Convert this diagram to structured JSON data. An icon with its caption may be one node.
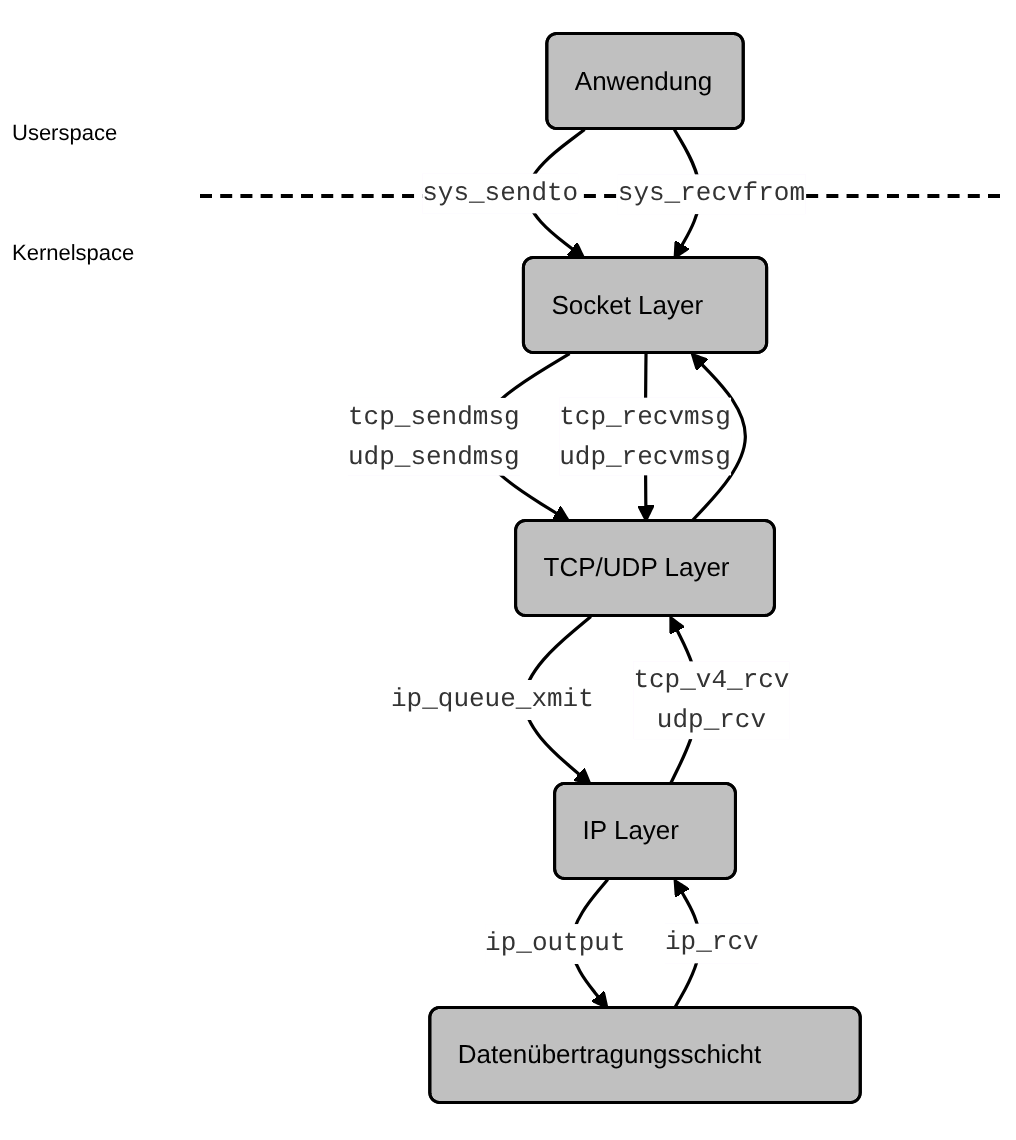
{
  "diagram": {
    "nodes": [
      {
        "text": [
          "Anwendung"
        ]
      },
      {
        "text": [
          "Socket Layer"
        ]
      },
      {
        "text": [
          "TCP/UDP Layer"
        ]
      },
      {
        "text": [
          "IP Layer"
        ]
      },
      {
        "text": [
          "Datenübertragungsschicht"
        ]
      }
    ],
    "edges": [
      {
        "from": 0,
        "to": 1,
        "arrow": "to",
        "label": "sys_sendto"
      },
      {
        "from": 0,
        "to": 1,
        "arrow": "to",
        "label": "sys_recvfrom"
      },
      {
        "from": 1,
        "to": 2,
        "arrow": "to",
        "label": "tcp_sendmsg udp_sendmsg"
      },
      {
        "from": 2,
        "to": 1,
        "arrow": "to"
      },
      {
        "from": 1,
        "to": 2,
        "arrow": "to",
        "label": "tcp_recvmsg udp_recvmsg"
      },
      {
        "from": 2,
        "to": 3,
        "arrow": "to",
        "label": "ip_queue_xmit"
      },
      {
        "from": 3,
        "to": 2,
        "arrow": "to",
        "label": "tcp_v4_rcv udp_rcv"
      },
      {
        "from": 3,
        "to": 4,
        "arrow": "to",
        "label": "ip_output"
      },
      {
        "from": 4,
        "to": 3,
        "arrow": "to",
        "label": "ip_rcv"
      }
    ],
    "labels": [
      "Userspace",
      "Kernelspace"
    ]
  }
}
